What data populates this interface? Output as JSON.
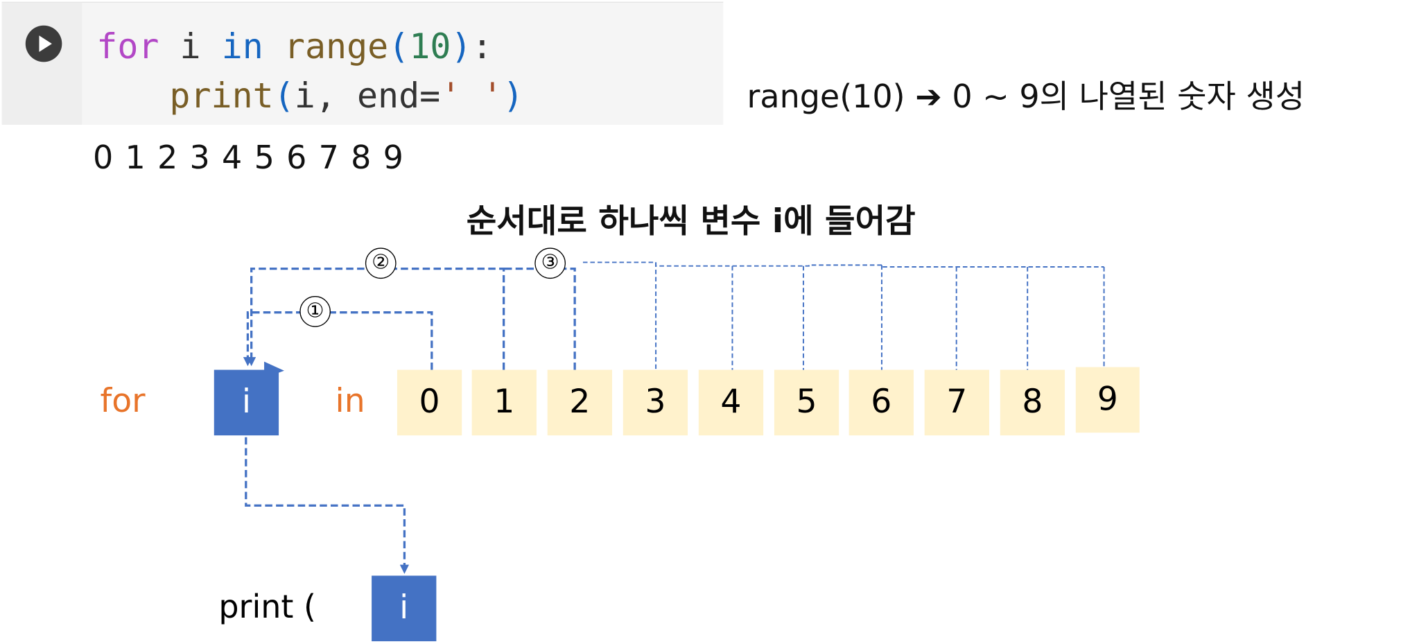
{
  "code_cell": {
    "line1": {
      "kw_for": "for",
      "var": "i",
      "kw_in": "in",
      "fn_range": "range",
      "paren_open": "(",
      "num": "10",
      "paren_close": ")",
      "colon": ":"
    },
    "line2": {
      "fn_print": "print",
      "paren_open": "(",
      "args": "i, end=",
      "str": "' '",
      "paren_close": ")"
    }
  },
  "note": "range(10) ➔ 0 ~ 9의 나열된 숫자 생성",
  "output": "0 1 2 3 4 5 6 7 8 9",
  "diagram": {
    "heading": "순서대로 하나씩 변수 i에 들어감",
    "kw_for": "for",
    "var": "i",
    "kw_in": "in",
    "items": [
      "0",
      "1",
      "2",
      "3",
      "4",
      "5",
      "6",
      "7",
      "8",
      "9"
    ],
    "steps": [
      "①",
      "②",
      "③"
    ],
    "print_label": "print (",
    "print_var": "i"
  },
  "colors": {
    "var_box": "#4472c4",
    "item_box": "#fff2cc",
    "keyword": "#e8742a",
    "arrow": "#4472c4"
  }
}
